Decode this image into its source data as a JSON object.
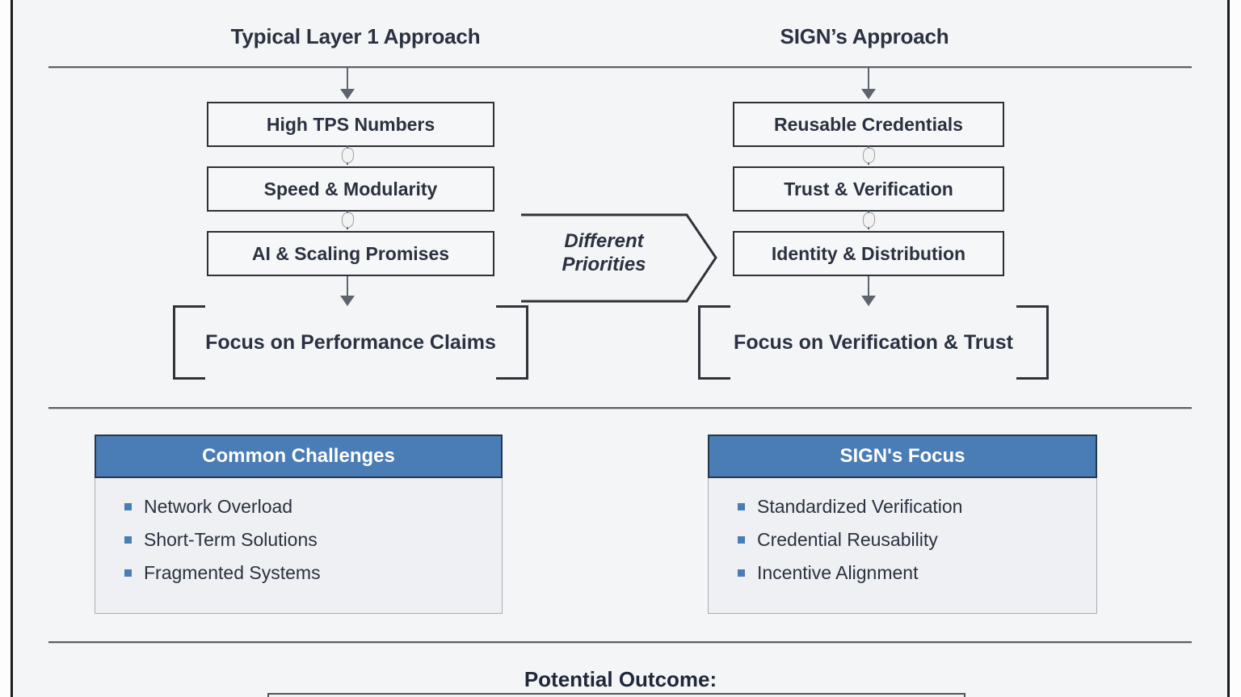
{
  "columns": {
    "left": {
      "title": "Typical Layer 1 Approach",
      "steps": [
        "High TPS Numbers",
        "Speed & Modularity",
        "AI & Scaling Promises"
      ],
      "result": "Focus on Performance Claims"
    },
    "right": {
      "title": "SIGN’s Approach",
      "steps": [
        "Reusable Credentials",
        "Trust & Verification",
        "Identity & Distribution"
      ],
      "result": "Focus on Verification & Trust"
    }
  },
  "middle_arrow": {
    "line1": "Different",
    "line2": "Priorities"
  },
  "cards": [
    {
      "header": "Common Challenges",
      "items": [
        "Network Overload",
        "Short-Term Solutions",
        "Fragmented Systems"
      ]
    },
    {
      "header": "SIGN's Focus",
      "items": [
        "Standardized Verification",
        "Credential Reusability",
        "Incentive Alignment"
      ]
    }
  ],
  "footer": {
    "title": "Potential Outcome:"
  },
  "colors": {
    "accent_blue": "#4a7cb5",
    "ink": "#2a3140",
    "box_border": "#2c3037",
    "card_body": "#eef0f3",
    "canvas": "#f4f5f6"
  }
}
